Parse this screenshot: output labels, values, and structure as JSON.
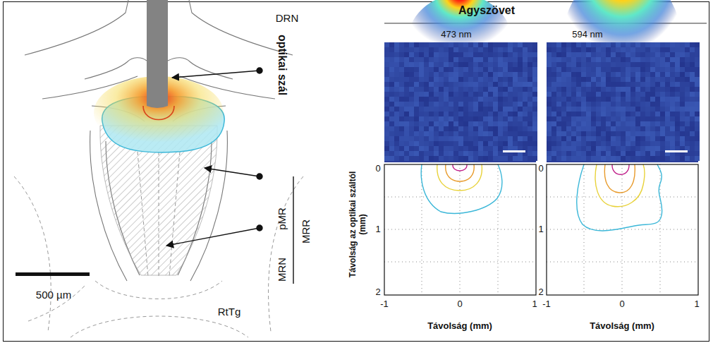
{
  "diagram": {
    "title": "Agyszövet",
    "labels": [
      "DRN",
      "optikai szál",
      "pMR",
      "MRR",
      "MRN",
      "500 µm",
      "RtTg",
      "473 nm",
      "594 nm",
      "0",
      "1",
      "2",
      "-1",
      "0",
      "1",
      "0",
      "1",
      "2",
      "-1",
      "0",
      "1",
      "Távolság az optikai száltól (mm)",
      "Távolság (mm)",
      "Távolság (mm)"
    ]
  }
}
